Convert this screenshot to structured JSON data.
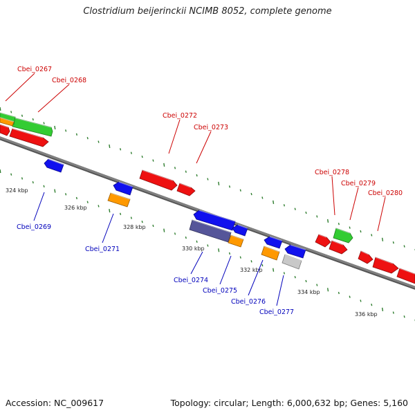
{
  "title": "Clostridium beijerinckii NCIMB 8052, complete genome",
  "footer": {
    "accession": "Accession: NC_009617",
    "summary": "Topology: circular; Length: 6,000,632 bp; Genes: 5,160"
  },
  "colors": {
    "forward_label": "#cc0000",
    "reverse_label": "#0000bb",
    "backbone": "#808080",
    "tick": "#2e7d2e",
    "red": "#ee1111",
    "green": "#33cc33",
    "blue": "#1111ee",
    "orange": "#ff9900",
    "purple": "#555599",
    "gray": "#c8c8c8"
  },
  "scale": {
    "ticks": [
      {
        "label": "324 kbp"
      },
      {
        "label": "326 kbp"
      },
      {
        "label": "328 kbp"
      },
      {
        "label": "330 kbp"
      },
      {
        "label": "332 kbp"
      },
      {
        "label": "334 kbp"
      },
      {
        "label": "336 kbp"
      }
    ]
  },
  "labels": {
    "forward": [
      "Cbei_0267",
      "Cbei_0268",
      "Cbei_0272",
      "Cbei_0273",
      "Cbei_0278",
      "Cbei_0279",
      "Cbei_0280"
    ],
    "reverse": [
      "Cbei_0269",
      "Cbei_0271",
      "Cbei_0274",
      "Cbei_0275",
      "Cbei_0276",
      "Cbei_0277"
    ]
  }
}
